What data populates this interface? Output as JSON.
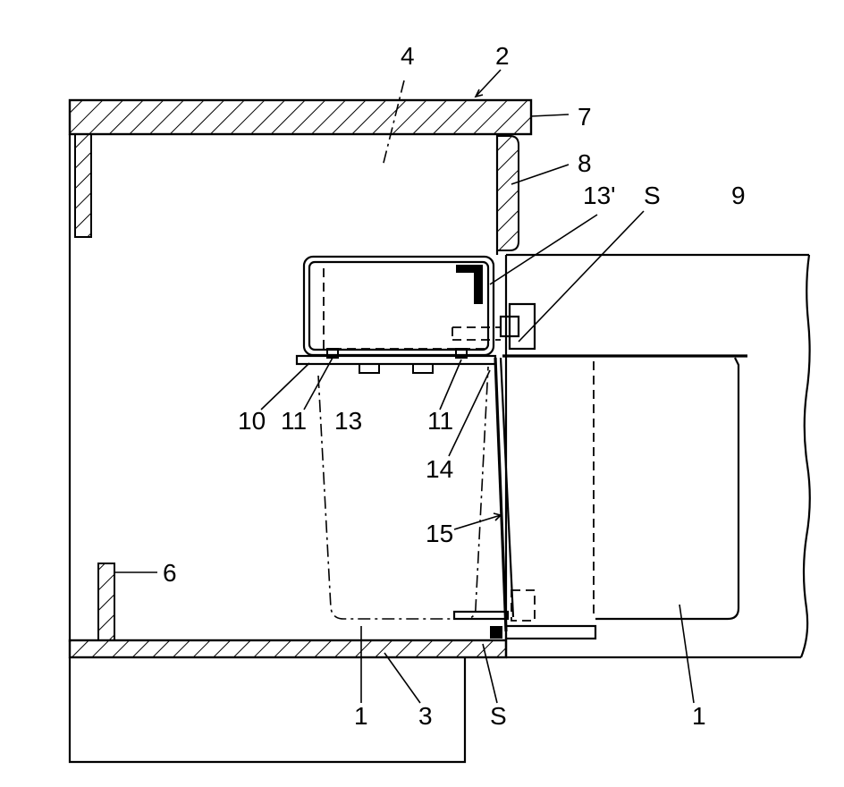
{
  "figure": {
    "reference_numerals": {
      "n2": "2",
      "n4": "4",
      "n7": "7",
      "n8": "8",
      "n13p": "13'",
      "nS_top": "S",
      "n9": "9",
      "n10": "10",
      "n11_left": "11",
      "n13": "13",
      "n11_right": "11",
      "n14": "14",
      "n15": "15",
      "n6": "6",
      "n1_left": "1",
      "n3": "3",
      "nS_bottom": "S",
      "n1_right": "1"
    }
  },
  "colors": {
    "line": "#000000",
    "background": "#ffffff"
  }
}
